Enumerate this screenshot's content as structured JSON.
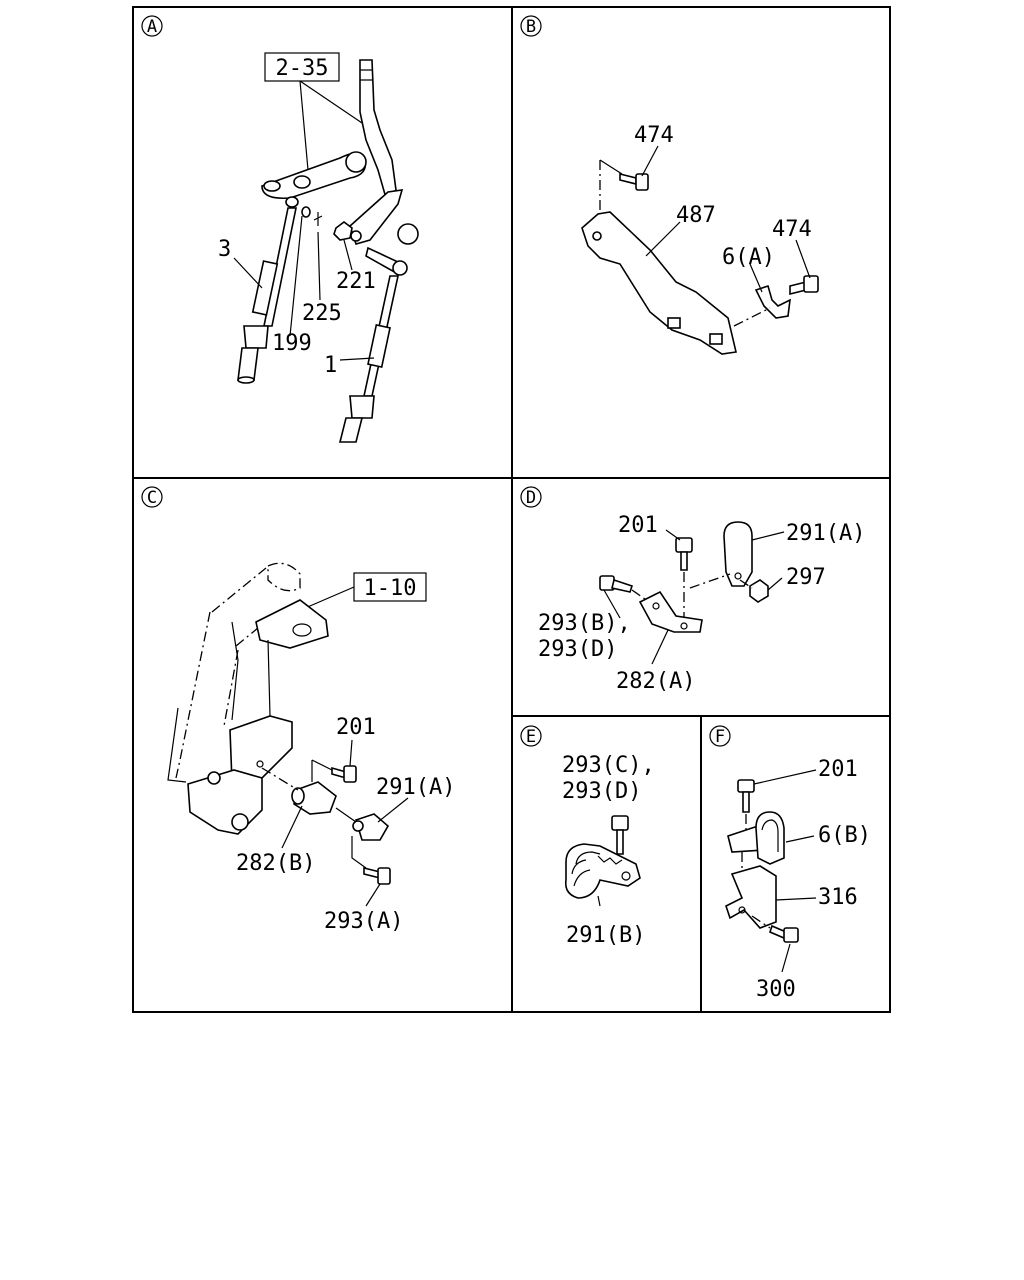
{
  "panels": {
    "a": {
      "letter": "A",
      "ref_box": "2-35",
      "labels": {
        "p3": "3",
        "p199": "199",
        "p225": "225",
        "p221": "221",
        "p1": "1"
      }
    },
    "b": {
      "letter": "B",
      "labels": {
        "p474_top": "474",
        "p487": "487",
        "p474_right": "474",
        "p6a": "6(A)"
      }
    },
    "c": {
      "letter": "C",
      "ref_box": "1-10",
      "labels": {
        "p201": "201",
        "p291a": "291(A)",
        "p282b": "282(B)",
        "p293a": "293(A)"
      }
    },
    "d": {
      "letter": "D",
      "labels": {
        "p201": "201",
        "p291a": "291(A)",
        "p297": "297",
        "p293b": "293(B),",
        "p293d": "293(D)",
        "p282a": "282(A)"
      }
    },
    "e": {
      "letter": "E",
      "labels": {
        "p293c": "293(C),",
        "p293d": "293(D)",
        "p291b": "291(B)"
      }
    },
    "f": {
      "letter": "F",
      "labels": {
        "p201": "201",
        "p6b": "6(B)",
        "p316": "316",
        "p300": "300"
      }
    }
  }
}
